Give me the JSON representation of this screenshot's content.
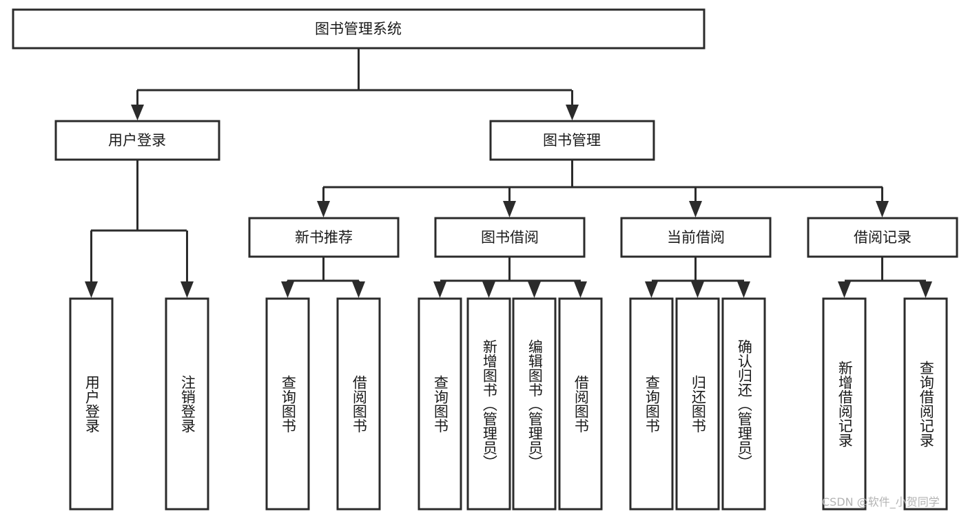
{
  "diagram": {
    "type": "tree",
    "title": "图书管理系统",
    "orientation": "top-down",
    "colors": {
      "stroke": "#2b2b2b",
      "fill": "#ffffff",
      "text": "#1a1a1a",
      "background": "#ffffff",
      "watermark": "#b4b4b4"
    },
    "root": {
      "label": "图书管理系统",
      "children": [
        {
          "label": "用户登录",
          "children": [
            {
              "label": "用户登录"
            },
            {
              "label": "注销登录"
            }
          ]
        },
        {
          "label": "图书管理",
          "children": [
            {
              "label": "新书推荐",
              "children": [
                {
                  "label": "查询图书"
                },
                {
                  "label": "借阅图书"
                }
              ]
            },
            {
              "label": "图书借阅",
              "children": [
                {
                  "label": "查询图书"
                },
                {
                  "label": "新增图书（管理员）"
                },
                {
                  "label": "编辑图书（管理员）"
                },
                {
                  "label": "借阅图书"
                }
              ]
            },
            {
              "label": "当前借阅",
              "children": [
                {
                  "label": "查询图书"
                },
                {
                  "label": "归还图书"
                },
                {
                  "label": "确认归还（管理员）"
                }
              ]
            },
            {
              "label": "借阅记录",
              "children": [
                {
                  "label": "新增借阅记录"
                },
                {
                  "label": "查询借阅记录"
                }
              ]
            }
          ]
        }
      ]
    }
  },
  "nodes": {
    "root": {
      "label": "图书管理系统"
    },
    "l1_0": {
      "label": "用户登录"
    },
    "l1_1": {
      "label": "图书管理"
    },
    "l2_0": {
      "label": "新书推荐"
    },
    "l2_1": {
      "label": "图书借阅"
    },
    "l2_2": {
      "label": "当前借阅"
    },
    "l2_3": {
      "label": "借阅记录"
    },
    "leaf_a0": {
      "label": "用户登录"
    },
    "leaf_a1": {
      "label": "注销登录"
    },
    "leaf_b0": {
      "label": "查询图书"
    },
    "leaf_b1": {
      "label": "借阅图书"
    },
    "leaf_c0": {
      "label": "查询图书"
    },
    "leaf_c1": {
      "label": "新增图书（管理员）"
    },
    "leaf_c2": {
      "label": "编辑图书（管理员）"
    },
    "leaf_c3": {
      "label": "借阅图书"
    },
    "leaf_d0": {
      "label": "查询图书"
    },
    "leaf_d1": {
      "label": "归还图书"
    },
    "leaf_d2": {
      "label": "确认归还（管理员）"
    },
    "leaf_e0": {
      "label": "新增借阅记录"
    },
    "leaf_e1": {
      "label": "查询借阅记录"
    }
  },
  "watermark": {
    "text": "CSDN @软件_小贺同学"
  }
}
